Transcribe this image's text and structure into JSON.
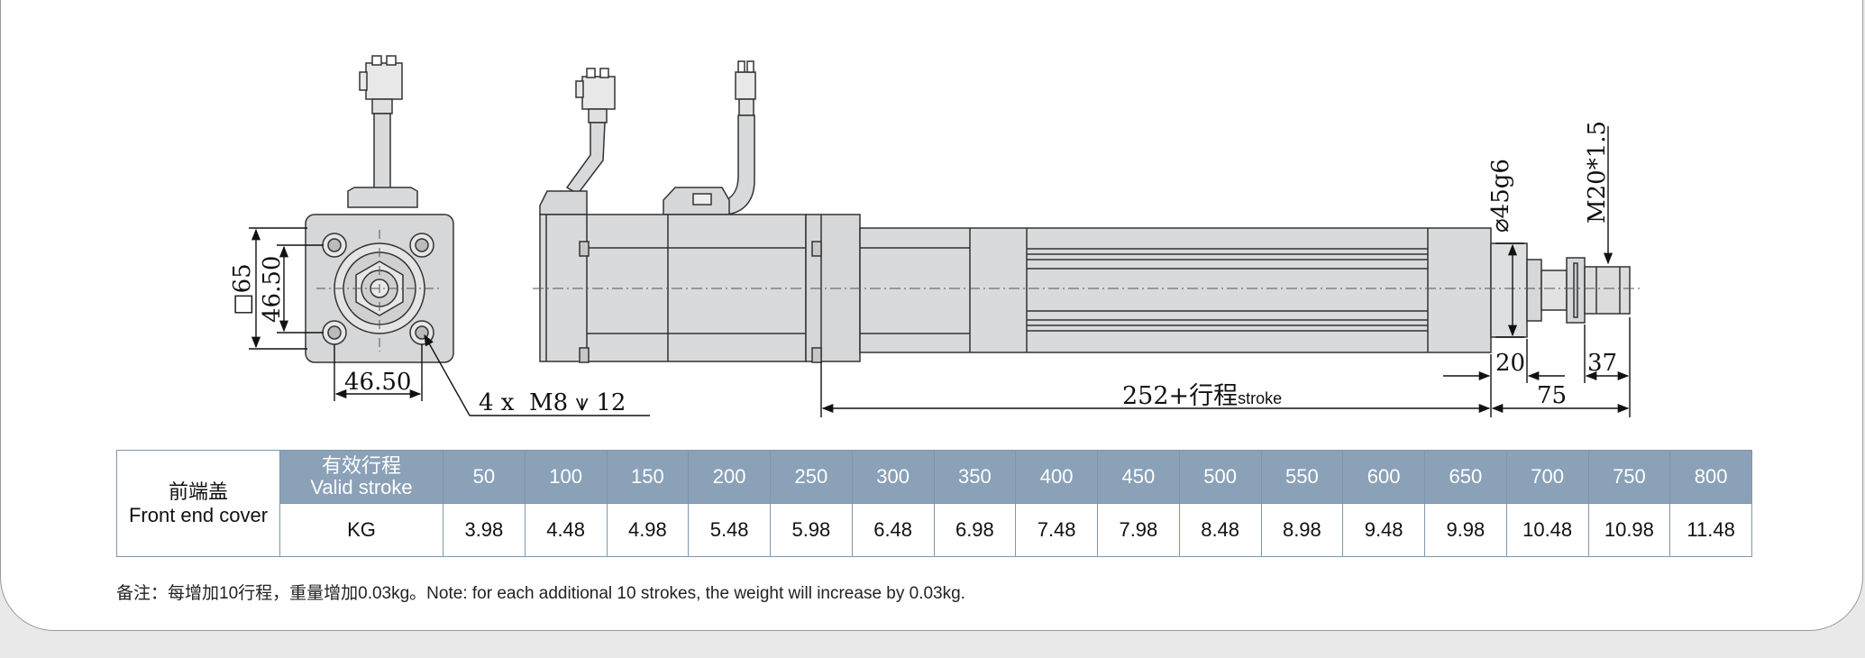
{
  "drawing": {
    "dims": {
      "square": "□65",
      "bolt_pitch_v": "46.50",
      "bolt_pitch_h": "46.50",
      "hole_spec": "4 x  M8 ⩛ 12",
      "rod_dia": "⌀45g6",
      "thread": "M20*1.5",
      "d20": "20",
      "d37": "37",
      "d75": "75",
      "length_main": "252+行程",
      "length_sub": "stroke"
    }
  },
  "table": {
    "cover_label_cn": "前端盖",
    "cover_label_en": "Front end cover",
    "stroke_label_cn": "有效行程",
    "stroke_label_en": "Valid stroke",
    "weight_label": "KG",
    "strokes": [
      "50",
      "100",
      "150",
      "200",
      "250",
      "300",
      "350",
      "400",
      "450",
      "500",
      "550",
      "600",
      "650",
      "700",
      "750",
      "800"
    ],
    "weights": [
      "3.98",
      "4.48",
      "4.98",
      "5.48",
      "5.98",
      "6.48",
      "6.98",
      "7.48",
      "7.98",
      "8.48",
      "8.98",
      "9.48",
      "9.98",
      "10.48",
      "10.98",
      "11.48"
    ]
  },
  "footnote": "备注：每增加10行程，重量增加0.03kg。Note: for each additional 10 strokes, the weight will increase by 0.03kg."
}
